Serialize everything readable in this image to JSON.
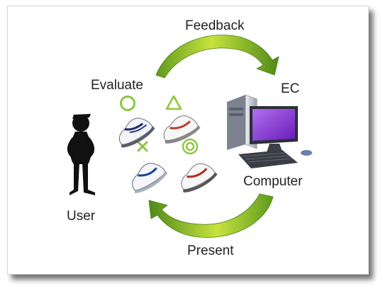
{
  "labels": {
    "feedback": "Feedback",
    "present": "Present",
    "evaluate": "Evaluate",
    "ec": "EC",
    "computer": "Computer",
    "user": "User"
  },
  "colors": {
    "arrow_light": "#c6e33e",
    "arrow_dark": "#5f9a1f",
    "mark": "#8cc63f",
    "monitor": "#8a2be2"
  },
  "icons": {
    "evaluation_marks": [
      "circle-mark-icon",
      "triangle-mark-icon",
      "cross-mark-icon",
      "double-circle-mark-icon"
    ]
  }
}
